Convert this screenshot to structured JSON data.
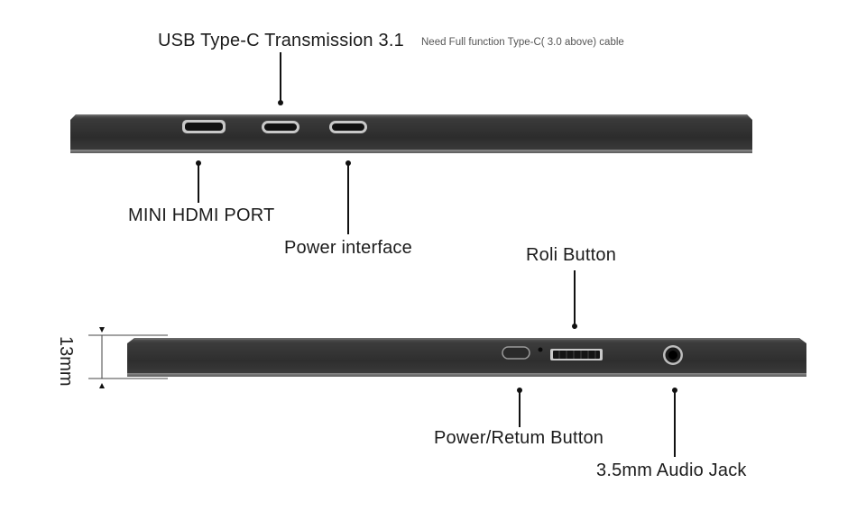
{
  "labels": {
    "usb_typec": "USB Type-C Transmission 3.1",
    "usb_note": "Need Full function Type-C( 3.0 above) cable",
    "mini_hdmi": "MINI HDMI PORT",
    "power_interface": "Power interface",
    "roll_button": "Roli Button",
    "power_return": "Power/Retum Button",
    "audio_jack": "3.5mm Audio Jack",
    "thickness": "13mm"
  }
}
